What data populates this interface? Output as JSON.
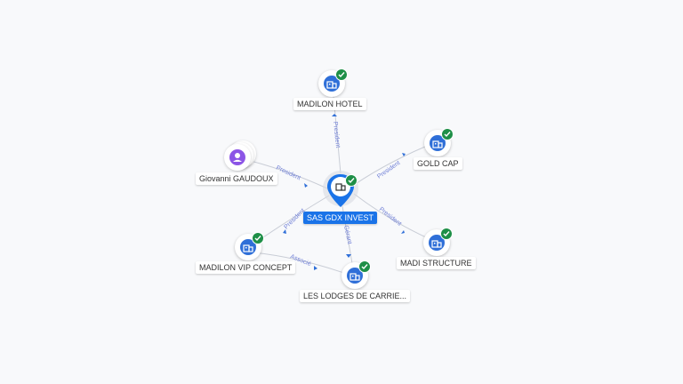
{
  "nodes": {
    "center": {
      "label": "SAS GDX INVEST",
      "icon": "building-icon",
      "verified": true
    },
    "madilon_hotel": {
      "label": "MADILON HOTEL",
      "icon": "building-icon",
      "verified": true
    },
    "gold_cap": {
      "label": "GOLD CAP",
      "icon": "building-icon",
      "verified": true
    },
    "madi_structure": {
      "label": "MADI STRUCTURE",
      "icon": "building-icon",
      "verified": true
    },
    "les_lodges": {
      "label": "LES LODGES DE CARRIE...",
      "icon": "building-icon",
      "verified": true
    },
    "madilon_vip": {
      "label": "MADILON VIP CONCEPT",
      "icon": "building-icon",
      "verified": true
    },
    "giovanni": {
      "label": "Giovanni GAUDOUX",
      "icon": "person-icon",
      "verified": false
    }
  },
  "edges": {
    "madilon_hotel": "President",
    "gold_cap": "President",
    "madi_structure": "President",
    "les_lodges": "Gérant",
    "madilon_vip": "President",
    "giovanni": "President",
    "vip_lodges": "Associé"
  },
  "colors": {
    "accent": "#1a73e8",
    "verified": "#1e8f47",
    "person": "#8c55e6",
    "edge": "#6f7fd6"
  }
}
